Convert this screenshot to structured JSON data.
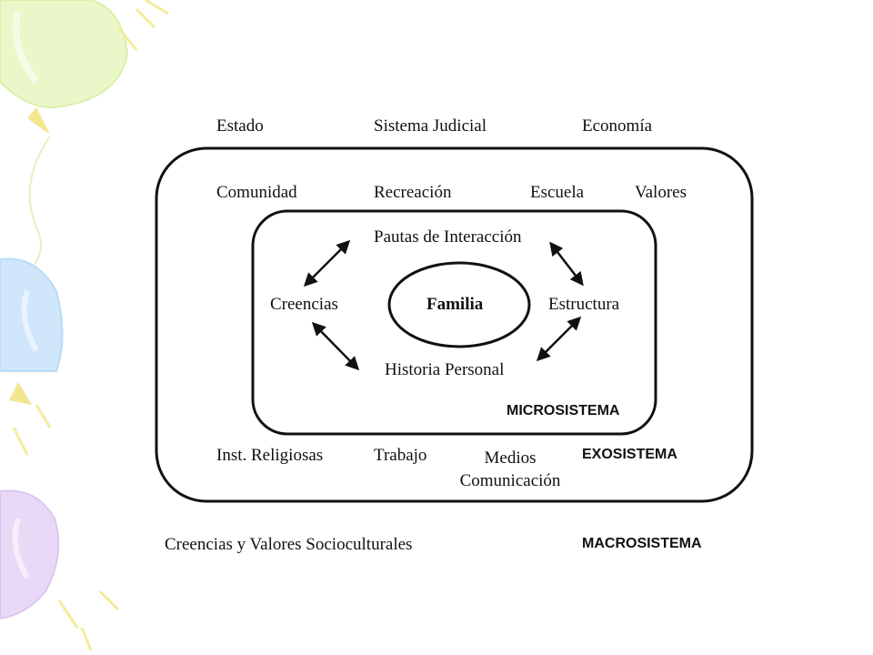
{
  "macro_items": [
    "Estado",
    "Sistema Judicial",
    "Economía"
  ],
  "exo_top_items": [
    "Comunidad",
    "Recreación",
    "Escuela",
    "Valores"
  ],
  "micro": {
    "center": "Familia",
    "top": "Pautas de Interacción",
    "left": "Creencias",
    "right": "Estructura",
    "bottom": "Historia Personal",
    "system_label": "MICROSISTEMA"
  },
  "exo_bottom_items": [
    "Inst. Religiosas",
    "Trabajo",
    "Medios Comunicación"
  ],
  "exo_system_label": "EXOSISTEMA",
  "macro_bottom_text": "Creencias y Valores Socioculturales",
  "macro_system_label": "MACROSISTEMA"
}
